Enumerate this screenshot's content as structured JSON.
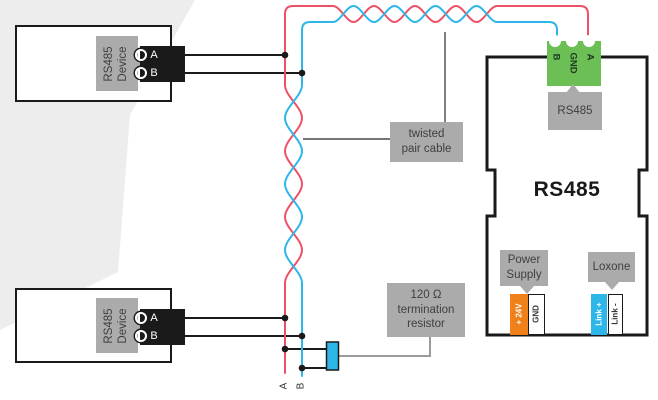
{
  "colors": {
    "wire_red": "#ee5167",
    "wire_cyan": "#2db6e8",
    "connector_green": "#6cbf54",
    "power_orange": "#f08019",
    "label_gray": "#ababab",
    "label_text": "#3f3f3f",
    "wedge_gray": "#ededed",
    "ink": "#1a1a1a",
    "pointer_gray": "#9b9b9b"
  },
  "devices": [
    {
      "label_line1": "RS485",
      "label_line2": "Device",
      "terminal_a": "A",
      "terminal_b": "B"
    },
    {
      "label_line1": "RS485",
      "label_line2": "Device",
      "terminal_a": "A",
      "terminal_b": "B"
    }
  ],
  "cable": {
    "label_line1": "twisted",
    "label_line2": "pair cable",
    "conductor_a": "A",
    "conductor_b": "B"
  },
  "resistor": {
    "label_line1": "120 Ω",
    "label_line2": "termination",
    "label_line3": "resistor"
  },
  "extension": {
    "title": "RS485",
    "rs485_port": {
      "label": "RS485",
      "terminal_b": "B",
      "terminal_gnd": "GND",
      "terminal_a": "A"
    },
    "power_supply": {
      "label_line1": "Power",
      "label_line2": "Supply",
      "terminal_24v": "+ 24V",
      "terminal_gnd": "GND"
    },
    "loxone": {
      "label": "Loxone",
      "terminal_link_plus": "Link +",
      "terminal_link_minus": "Link -"
    }
  }
}
